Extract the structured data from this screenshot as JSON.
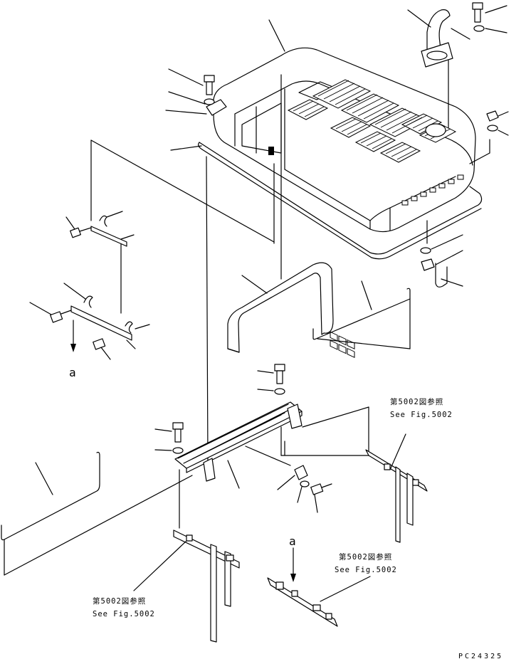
{
  "diagram": {
    "refs": {
      "ref_right_top": {
        "jp": "第5002図参照",
        "en": "See Fig.5002"
      },
      "ref_bottom_left": {
        "jp": "第5002図参照",
        "en": "See Fig.5002"
      },
      "ref_bottom_right": {
        "jp": "第5002図参照",
        "en": "See Fig.5002"
      }
    },
    "markers": {
      "left_a": "a",
      "bottom_a": "a"
    },
    "drawing_code": "PC24325"
  }
}
